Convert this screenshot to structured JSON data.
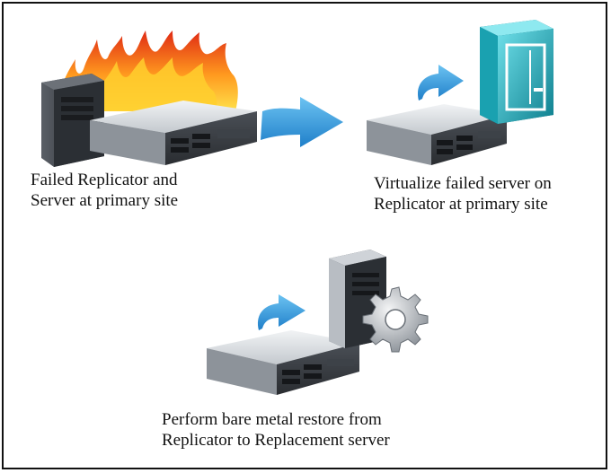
{
  "captions": {
    "failed": {
      "line1": "Failed Replicator and",
      "line2": "Server at  primary site"
    },
    "virtualize": {
      "line1": "Virtualize failed server on",
      "line2": "Replicator at primary site"
    },
    "restore": {
      "line1": "Perform bare metal restore from",
      "line2": "Replicator to Replacement server"
    }
  },
  "colors": {
    "arrow": "#2b8fd6",
    "flame_outer": "#e8321a",
    "flame_inner": "#ffd23a",
    "server_dark": "#2e3238",
    "server_light": "#cfd3d8",
    "virtual_tower": "#1aa1b0"
  }
}
